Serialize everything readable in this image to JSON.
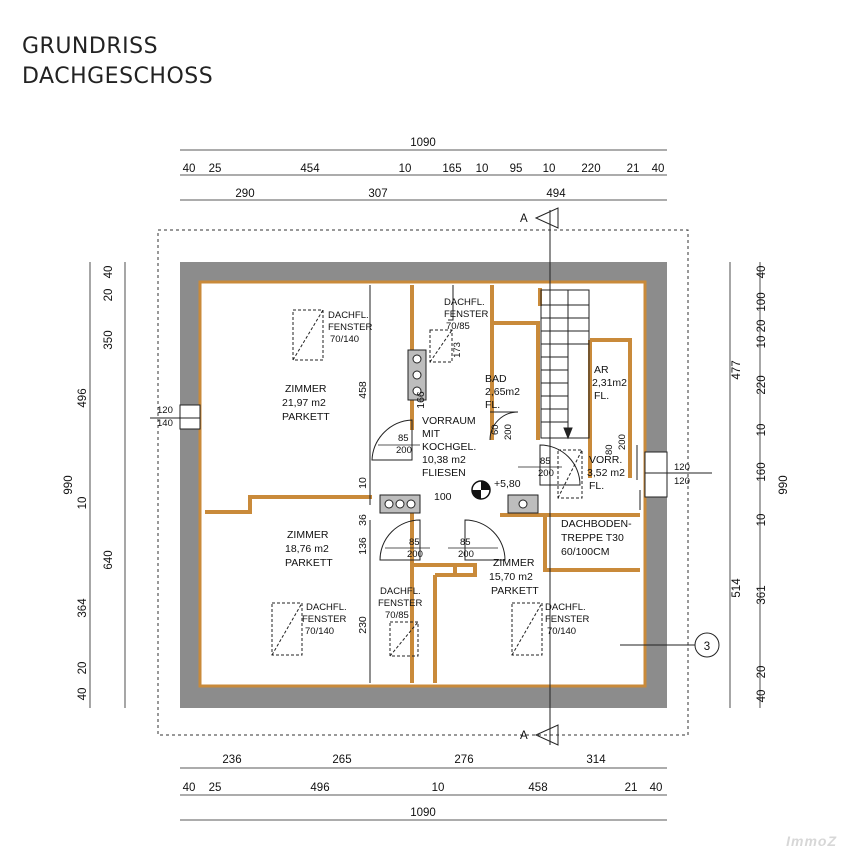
{
  "title": {
    "line1": "GRUNDRISS",
    "line2": "DACHGESCHOSS"
  },
  "watermark": "ImmoZ",
  "section_marker": "A",
  "axis_marker": "3",
  "dims": {
    "top_total": "1090",
    "top_row1": [
      "40",
      "25",
      "454",
      "10",
      "165",
      "10",
      "95",
      "10",
      "220",
      "21",
      "40"
    ],
    "top_row2": [
      "290",
      "307",
      "494"
    ],
    "bottom_row1": [
      "236",
      "265",
      "276",
      "314"
    ],
    "bottom_row2": [
      "40",
      "25",
      "496",
      "10",
      "458",
      "21",
      "40"
    ],
    "bottom_total": "1090",
    "left_total": "990",
    "left_outer": [
      "20",
      "40",
      "350",
      "496",
      "10",
      "640",
      "364",
      "20",
      "40"
    ],
    "right_total": "990",
    "right_outer": [
      "40",
      "100",
      "20",
      "477",
      "10",
      "220",
      "10",
      "160",
      "10",
      "514",
      "361",
      "20",
      "40"
    ],
    "window_left": [
      "120",
      "140"
    ],
    "window_right": [
      "120",
      "120"
    ]
  },
  "rooms": {
    "zimmer1": {
      "name": "ZIMMER",
      "area": "21,97 m2",
      "floor": "PARKETT"
    },
    "zimmer2": {
      "name": "ZIMMER",
      "area": "18,76 m2",
      "floor": "PARKETT"
    },
    "zimmer3": {
      "name": "ZIMMER",
      "area": "15,70 m2",
      "floor": "PARKETT"
    },
    "vorraum": {
      "name": "VORRAUM",
      "line2": "MIT",
      "line3": "KOCHGEL.",
      "area": "10,38 m2",
      "floor": "FLIESEN"
    },
    "bad": {
      "name": "BAD",
      "area": "2,65m2",
      "floor": "FL."
    },
    "ar": {
      "name": "AR",
      "area": "2,31m2",
      "floor": "FL."
    },
    "vorr": {
      "name": "VORR.",
      "area": "3,52 m2",
      "floor": "FL."
    }
  },
  "skylights": {
    "s1": {
      "l1": "DACHFL.",
      "l2": "FENSTER",
      "l3": "70/140"
    },
    "s2": {
      "l1": "DACHFL.",
      "l2": "FENSTER",
      "l3": "70/85"
    },
    "s3": {
      "l1": "DACHFL.",
      "l2": "FENSTER",
      "l3": "70/140"
    },
    "s4": {
      "l1": "DACHFL.",
      "l2": "FENSTER",
      "l3": "70/85"
    },
    "s5": {
      "l1": "DACHFL.",
      "l2": "FENSTER",
      "l3": "70/140"
    }
  },
  "stairs_note": {
    "l1": "DACHBODEN-",
    "l2": "TREPPE T30",
    "l3": "60/100CM"
  },
  "doors": {
    "d1": {
      "w": "85",
      "h": "200"
    },
    "d2": {
      "w": "85",
      "h": "200"
    },
    "d3": {
      "w": "85",
      "h": "200"
    },
    "d4": {
      "w": "85",
      "h": "200"
    },
    "bad_w": "60",
    "bad_h": "200",
    "vorr_w": "80",
    "vorr_h": "200"
  },
  "inner": {
    "h458": "458",
    "h166": "166",
    "h173": "173",
    "h10": "10",
    "h36": "36",
    "h136": "136",
    "h230": "230",
    "w100": "100",
    "level": "+5,80"
  },
  "colors": {
    "wall_outer": "#8c8c8c",
    "wall_inner": "#c98a3a",
    "line": "#111111"
  }
}
